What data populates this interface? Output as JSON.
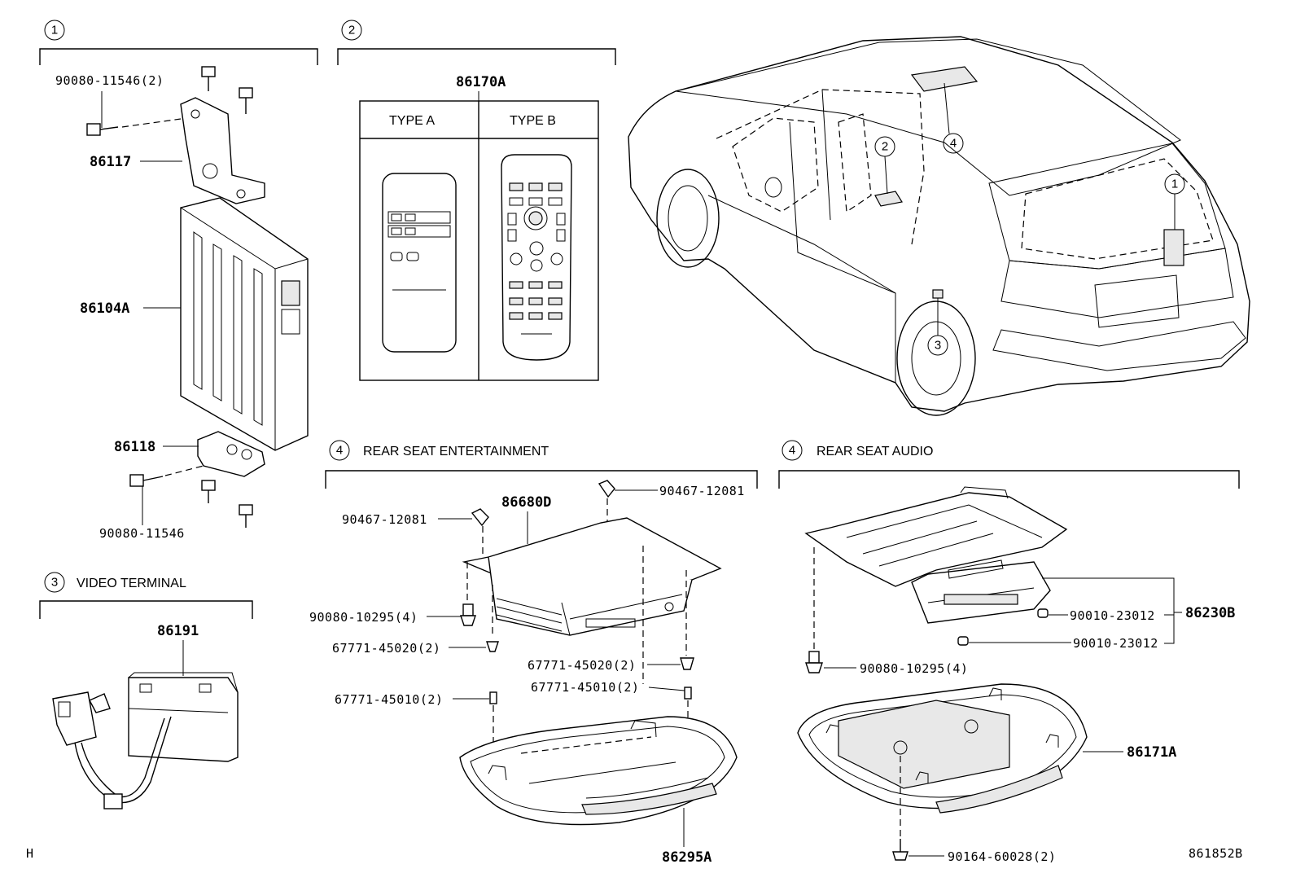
{
  "sections": {
    "s1": {
      "num": "1"
    },
    "s2": {
      "num": "2"
    },
    "s3": {
      "num": "3",
      "title": "VIDEO TERMINAL"
    },
    "s4a": {
      "num": "4",
      "title": "REAR SEAT ENTERTAINMENT"
    },
    "s4b": {
      "num": "4",
      "title": "REAR SEAT AUDIO"
    }
  },
  "vehicle_markers": [
    "1",
    "2",
    "3",
    "4"
  ],
  "remote": {
    "part": "86170A",
    "type_a": "TYPE A",
    "type_b": "TYPE B"
  },
  "parts": {
    "p1": "90080-11546(2)",
    "p2": "86117",
    "p3": "86104A",
    "p4": "86118",
    "p5": "90080-11546",
    "p6": "86191",
    "p7": "86680D",
    "p8": "90467-12081",
    "p9": "90467-12081",
    "p10": "90080-10295(4)",
    "p11": "67771-45020(2)",
    "p12": "67771-45020(2)",
    "p13": "67771-45010(2)",
    "p14": "67771-45010(2)",
    "p15": "86295A",
    "p16": "86230B",
    "p17": "90010-23012",
    "p18": "90010-23012",
    "p19": "90080-10295(4)",
    "p20": "86171A",
    "p21": "90164-60028(2)"
  },
  "footer": {
    "left": "H",
    "right": "861852B"
  }
}
